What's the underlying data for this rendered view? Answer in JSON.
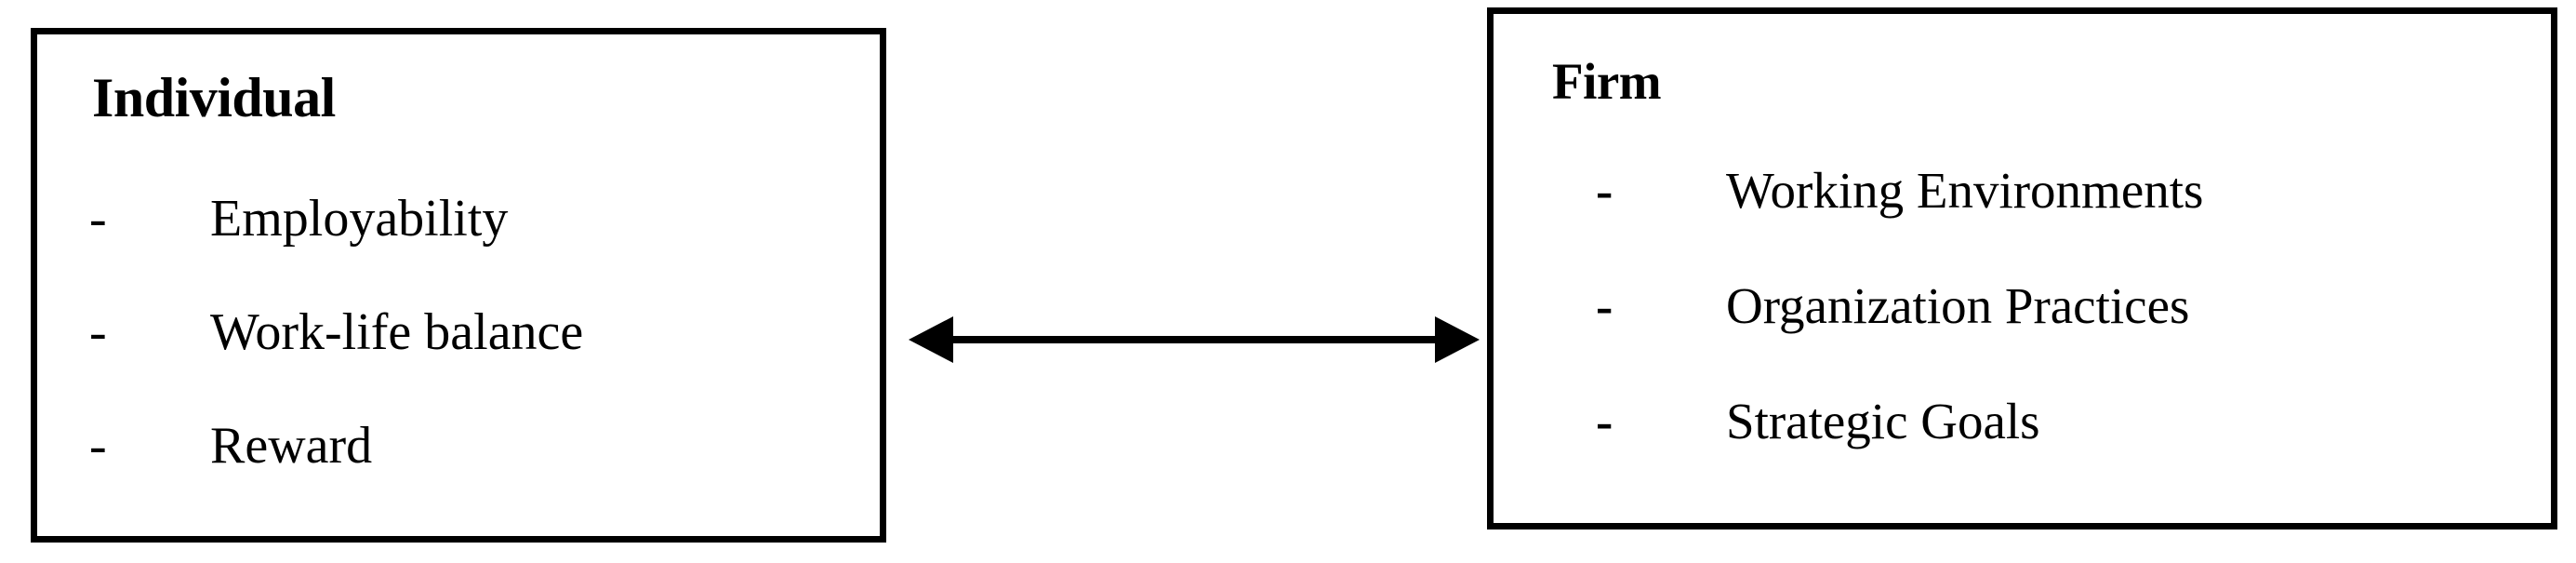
{
  "diagram": {
    "title": "Individual and Firm relationship diagram",
    "background_color": "#ffffff",
    "line_color": "#000000",
    "boxes": [
      {
        "id": "individual",
        "heading": "Individual",
        "bullet_marker": "-",
        "items": [
          {
            "marker": "-",
            "label": "Employability"
          },
          {
            "marker": "-",
            "label": "Work-life balance"
          },
          {
            "marker": "-",
            "label": "Reward"
          }
        ]
      },
      {
        "id": "firm",
        "heading": "Firm",
        "bullet_marker": "-",
        "items": [
          {
            "marker": "-",
            "label": "Working Environments"
          },
          {
            "marker": "-",
            "label": "Organization Practices"
          },
          {
            "marker": "-",
            "label": "Strategic Goals"
          }
        ]
      }
    ],
    "connector": {
      "icon": "double-headed-arrow-icon",
      "direction": "bidirectional",
      "label": "",
      "color": "#000000"
    }
  }
}
